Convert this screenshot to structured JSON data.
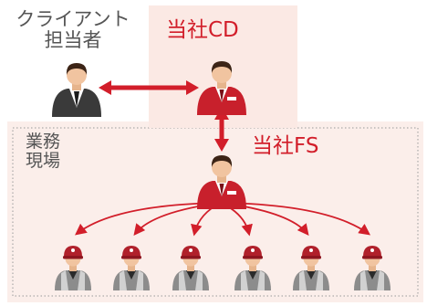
{
  "labels": {
    "client_line1": "クライアント",
    "client_line2": "担当者",
    "company_cd": "当社CD",
    "company_fs": "当社FS",
    "site_line1": "業務",
    "site_line2": "現場"
  },
  "colors": {
    "cd_zone_fill": "#fbe9e4",
    "site_zone_fill": "#fbeeea",
    "accent_red": "#d21e2a",
    "border_dots": "#999999"
  },
  "icons": {
    "client": "business-person-icon",
    "cd": "staff-person-icon",
    "fs": "staff-person-icon",
    "workers": "worker-cap-icon"
  },
  "worker_count": 6
}
